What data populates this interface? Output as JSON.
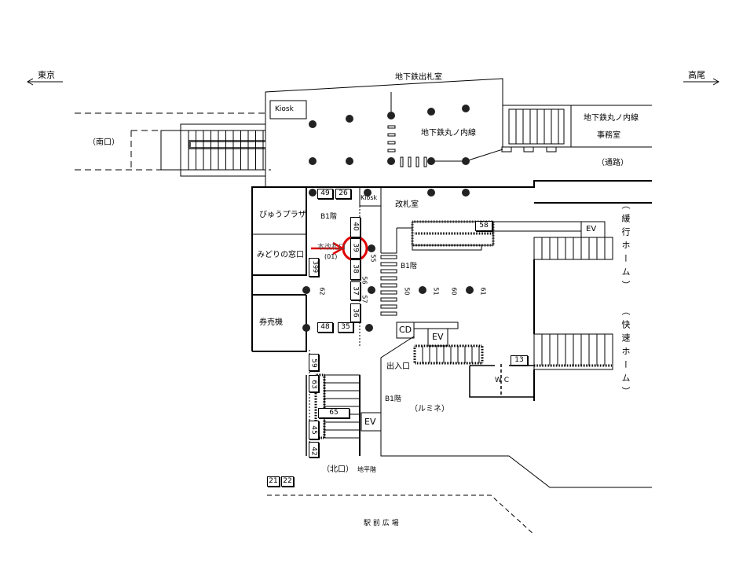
{
  "directions": {
    "left": "東京",
    "right": "高尾"
  },
  "rooms": {
    "subway_ticket_office": "地下鉄出札室",
    "kiosk_top": "Kiosk",
    "south_exit": "（南口）",
    "subway_marunouchi": "地下鉄丸ノ内線",
    "subway_office_line1": "地下鉄丸ノ内線",
    "subway_office_line2": "事務室",
    "passage": "（通路）",
    "view_plaza": "びゅうプラザ",
    "midori_window": "みどりの窓口",
    "ticket_machines": "券売機",
    "kiosk_small": "Kiosk",
    "ticket_gate_room": "改札室",
    "b1_floor_left": "B1階",
    "b1_floor_center": "B1階",
    "b1_floor_bottom": "B1階",
    "gate_label": "本改札口",
    "gate_code": "(01)",
    "cd": "CD",
    "ev_center": "EV",
    "ev_right": "EV",
    "ev_bottom": "EV",
    "entrance": "出入口",
    "lumine": "（ルミネ）",
    "wc": "W C",
    "north_exit": "（北口）",
    "ground_floor": "地平階",
    "station_plaza": "駅 前 広 場",
    "local_platform": "（緩行ホーム）",
    "rapid_platform": "（快速ホーム）"
  },
  "location_numbers": {
    "n49": "49",
    "n26": "26",
    "n40": "40",
    "n39": "39",
    "n38": "38",
    "n37": "37",
    "n36": "36",
    "n48": "48",
    "n35": "35",
    "n399": "399",
    "n59": "59",
    "n63": "63",
    "n65": "65",
    "n45": "45",
    "n42": "42",
    "n58": "58",
    "n13": "13",
    "n21": "21",
    "n22": "22",
    "n55": "55",
    "n56": "56",
    "n57": "57",
    "n50": "50",
    "n51": "51",
    "n60": "60",
    "n61": "61",
    "n62": "62"
  },
  "highlight": {
    "target": "39",
    "color": "#e00000"
  }
}
